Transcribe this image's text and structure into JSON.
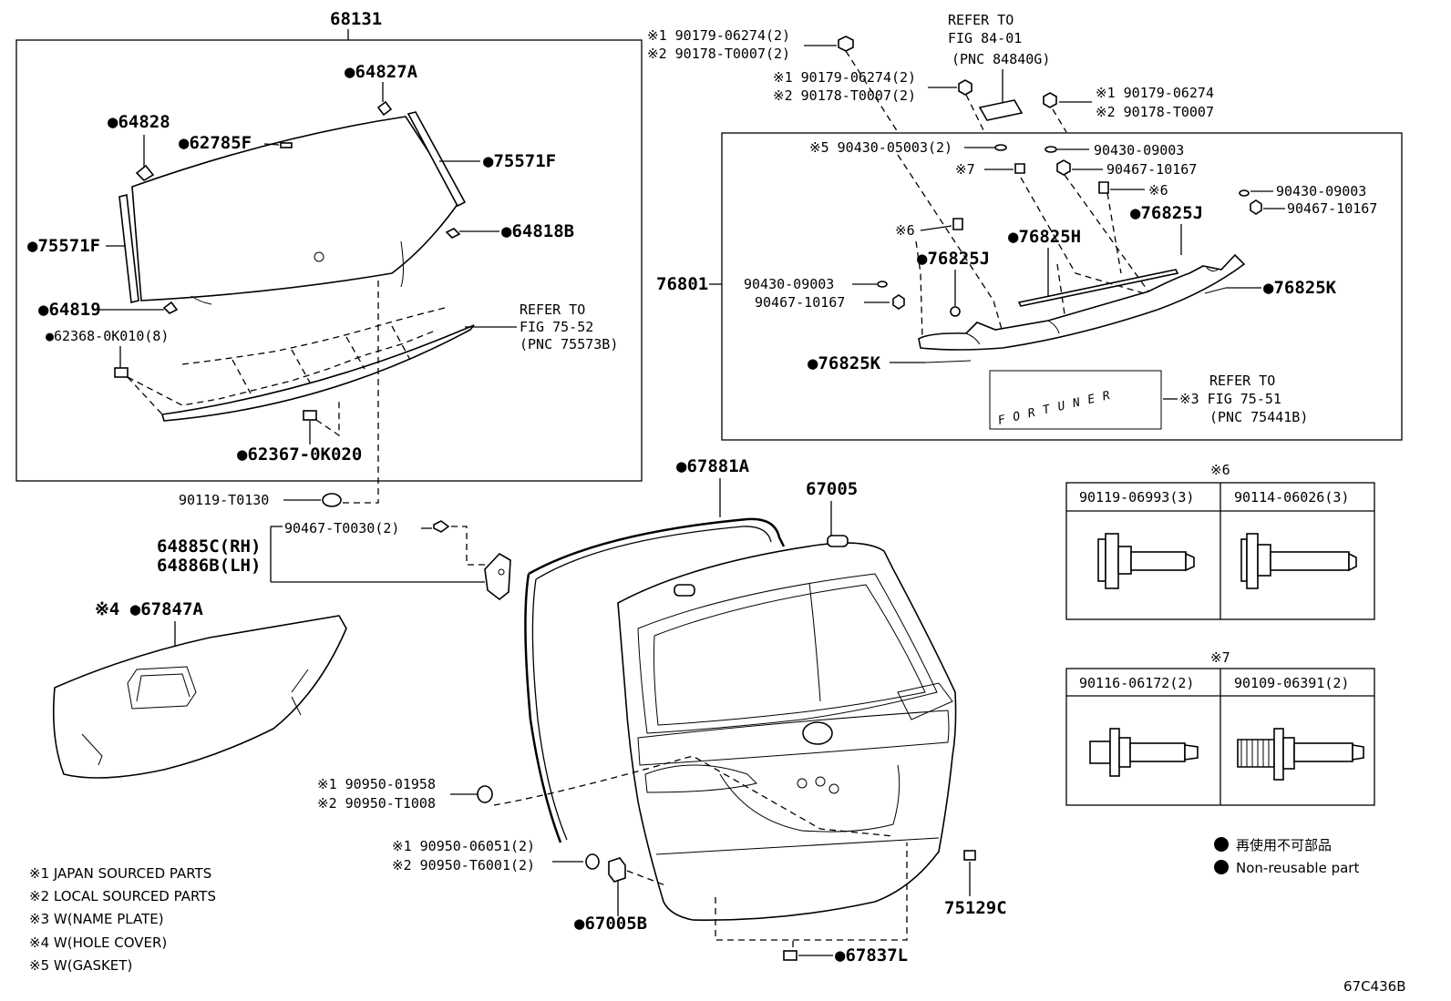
{
  "diagram_code": "67C436B",
  "legend": {
    "notes": [
      "※1  JAPAN SOURCED PARTS",
      "※2  LOCAL SOURCED PARTS",
      "※3  W(NAME PLATE)",
      "※4  W(HOLE COVER)",
      "※5  W(GASKET)"
    ],
    "non_reusable_jp": "再使用不可部品",
    "non_reusable_en": "Non-reusable part"
  },
  "glass_group": {
    "title": "68131",
    "labels": {
      "p64827A": "●64827A",
      "p64828": "●64828",
      "p62785F": "●62785F",
      "p75571F_r": "●75571F",
      "p75571F_l": "●75571F",
      "p64818B": "●64818B",
      "p64819": "●64819",
      "p62368": "●62368-0K010(8)",
      "p62367": "●62367-0K020",
      "ref1": "REFER TO",
      "ref2": "FIG 75-52",
      "ref3": "(PNC 75573B)"
    }
  },
  "garnish_group": {
    "title": "76801",
    "refer_top": [
      "REFER TO",
      "FIG 84-01",
      "(PNC 84840G)"
    ],
    "top_labels": {
      "a1": "※1 90179-06274(2)",
      "a2": "※2 90178-T0007(2)",
      "b1": "※1 90179-06274(2)",
      "b2": "※2 90178-T0007(2)",
      "c1": "※1 90179-06274",
      "c2": "※2 90178-T0007"
    },
    "labels": {
      "g1": "※5 90430-05003(2)",
      "g2": "90430-09003",
      "g3": "※7",
      "g4": "90467-10167",
      "g5": "※6",
      "g6": "90430-09003",
      "g7": "90467-10167",
      "g8": "※6",
      "g9": "●76825J",
      "g10": "●76825H",
      "g11": "●76825J",
      "g12": "90430-09003",
      "g13": "90467-10167",
      "g14": "●76825K",
      "g15": "●76825K",
      "ref1": "REFER TO",
      "ref2": "※3 FIG 75-51",
      "ref3": "(PNC 75441B)",
      "nameplate": "FORTUNER"
    }
  },
  "door_group": {
    "labels": {
      "d1": "90119-T0130",
      "d2": "90467-T0030(2)",
      "d3": "64885C(RH)",
      "d4": "64886B(LH)",
      "d5": "※4 ●67847A",
      "d6": "●67881A",
      "d7": "67005",
      "d8": "※1 90950-01958",
      "d9": "※2 90950-T1008",
      "d10": "※1 90950-06051(2)",
      "d11": "※2 90950-T6001(2)",
      "d12": "●67005B",
      "d13": "75129C",
      "d14": "●67837L"
    }
  },
  "tables": {
    "t6": {
      "mark": "※6",
      "cols": [
        "90119-06993(3)",
        "90114-06026(3)"
      ]
    },
    "t7": {
      "mark": "※7",
      "cols": [
        "90116-06172(2)",
        "90109-06391(2)"
      ]
    }
  }
}
